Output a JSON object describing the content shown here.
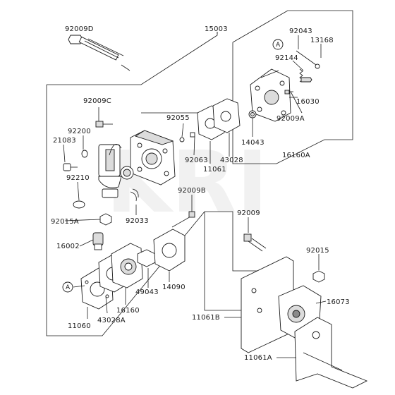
{
  "labels": {
    "p92009D": "92009D",
    "p15003": "15003",
    "p92043": "92043",
    "p13168": "13168",
    "pA_top": "A",
    "p92144": "92144",
    "p16030": "16030",
    "p92009A": "92009A",
    "p14043": "14043",
    "p16160A": "16160A",
    "p92009C": "92009C",
    "p92055": "92055",
    "p92200": "92200",
    "p21083": "21083",
    "p92063": "92063",
    "p43028": "43028",
    "p11061": "11061",
    "p92210": "92210",
    "p92009B": "92009B",
    "p92015A": "92015A",
    "p92033": "92033",
    "p92009": "92009",
    "p16002": "16002",
    "p92015": "92015",
    "pA_bottom": "A",
    "p49043": "49043",
    "p14090": "14090",
    "p16073": "16073",
    "p16160": "16160",
    "p11060": "11060",
    "p43028A": "43028A",
    "p11061B": "11061B",
    "p11061A": "11061A"
  },
  "watermark": "KRI"
}
